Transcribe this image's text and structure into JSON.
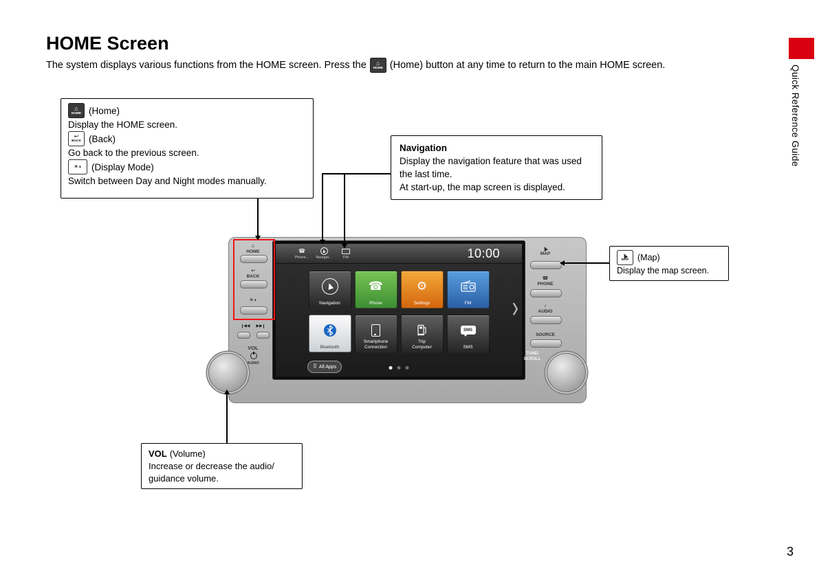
{
  "page": {
    "title": "HOME Screen",
    "intro_before": "The system displays various functions from the HOME screen. Press the",
    "intro_after": "(Home) button at any time to return to the main HOME screen.",
    "side_tab": "Quick Reference Guide",
    "page_number": "3"
  },
  "icons": {
    "home_caption": "HOME",
    "back_caption": "BACK",
    "map_caption": "MAP"
  },
  "callout_home_back_display": {
    "home_label": "(Home)",
    "home_desc": "Display the HOME screen.",
    "back_label": "(Back)",
    "back_desc": "Go back to the previous screen.",
    "display_label": "(Display Mode)",
    "display_desc": "Switch between Day and Night modes manually."
  },
  "callout_navigation": {
    "title": "Navigation",
    "desc1": "Display the navigation feature that was used the last time.",
    "desc2": "At start-up, the map screen is displayed."
  },
  "callout_map": {
    "label": "(Map)",
    "desc": "Display the map screen."
  },
  "callout_volume": {
    "label_bold": "VOL",
    "label_rest": "(Volume)",
    "desc1": "Increase or decrease the audio/",
    "desc2": "guidance volume."
  },
  "device": {
    "buttons": {
      "home": "HOME",
      "back": "BACK",
      "vol": "VOL",
      "vol_sub": "AUDIO",
      "map": "MAP",
      "phone": "PHONE",
      "audio": "AUDIO",
      "source": "SOURCE",
      "tune_line1": "TUNE/",
      "tune_line2": "SCROLL"
    },
    "screen": {
      "time": "10:00",
      "status_items": [
        {
          "label": "Phone..."
        },
        {
          "label": "Navigat..."
        },
        {
          "label": "FM"
        }
      ],
      "apps": [
        {
          "label": "Navigation"
        },
        {
          "label": "Phone"
        },
        {
          "label": "Settings"
        },
        {
          "label": "FM"
        },
        {
          "label": "Bluetooth"
        },
        {
          "label": "Smartphone Connection"
        },
        {
          "label": "Trip Computer"
        },
        {
          "label": "SMS"
        }
      ],
      "all_apps_label": "All Apps",
      "sms_bubble_text": "SMS"
    }
  },
  "colors": {
    "section_tab_red": "#d90012",
    "highlight_frame_red": "#f01616",
    "tile_phone_green": "#4c9c3f",
    "tile_settings_orange": "#e8881e",
    "tile_fm_blue": "#3b74c0",
    "bluetooth_icon_blue": "#1b66c2"
  }
}
